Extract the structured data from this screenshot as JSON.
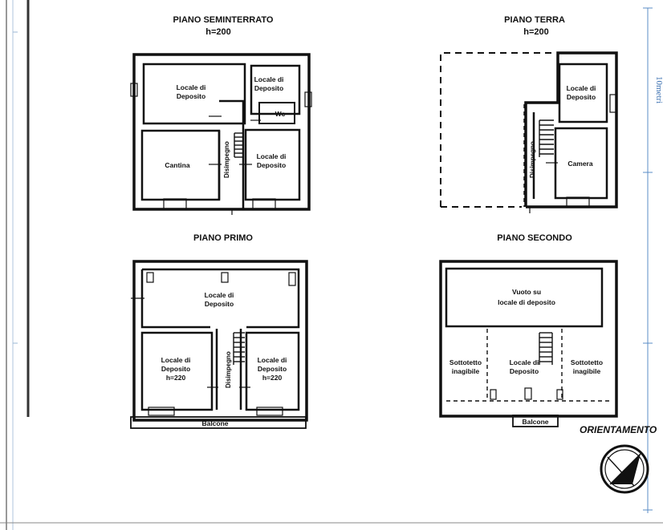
{
  "scale_label": "10metri",
  "orientation_label": "ORIENTAMENTO",
  "compass_icon": "north-arrow-compass-icon",
  "floors": [
    {
      "id": "seminterrato",
      "title": "PIANO SEMINTERRATO",
      "height_label": "h=200",
      "rooms": [
        "Locale di",
        "Deposito",
        "Locale di",
        "Deposito",
        "Wc",
        "Cantina",
        "Locale di",
        "Deposito"
      ],
      "stair_label": "Disimpegno"
    },
    {
      "id": "terra",
      "title": "PIANO TERRA",
      "height_label": "h=200",
      "rooms": [
        "Locale di",
        "Deposito",
        "Camera"
      ],
      "stair_label": "Disimpegno"
    },
    {
      "id": "primo",
      "title": "PIANO PRIMO",
      "rooms": [
        "Locale di",
        "Deposito",
        "Locale di",
        "Deposito",
        "h=220",
        "Locale di",
        "Deposito",
        "h=220"
      ],
      "stair_label": "Disimpegno",
      "balcony": "Balcone"
    },
    {
      "id": "secondo",
      "title": "PIANO SECONDO",
      "rooms": [
        "Vuoto su",
        "locale di deposito",
        "Sottotetto",
        "inagibile",
        "Locale di",
        "Deposito",
        "Sottotetto",
        "inagibile"
      ],
      "balcony": "Balcone"
    }
  ]
}
